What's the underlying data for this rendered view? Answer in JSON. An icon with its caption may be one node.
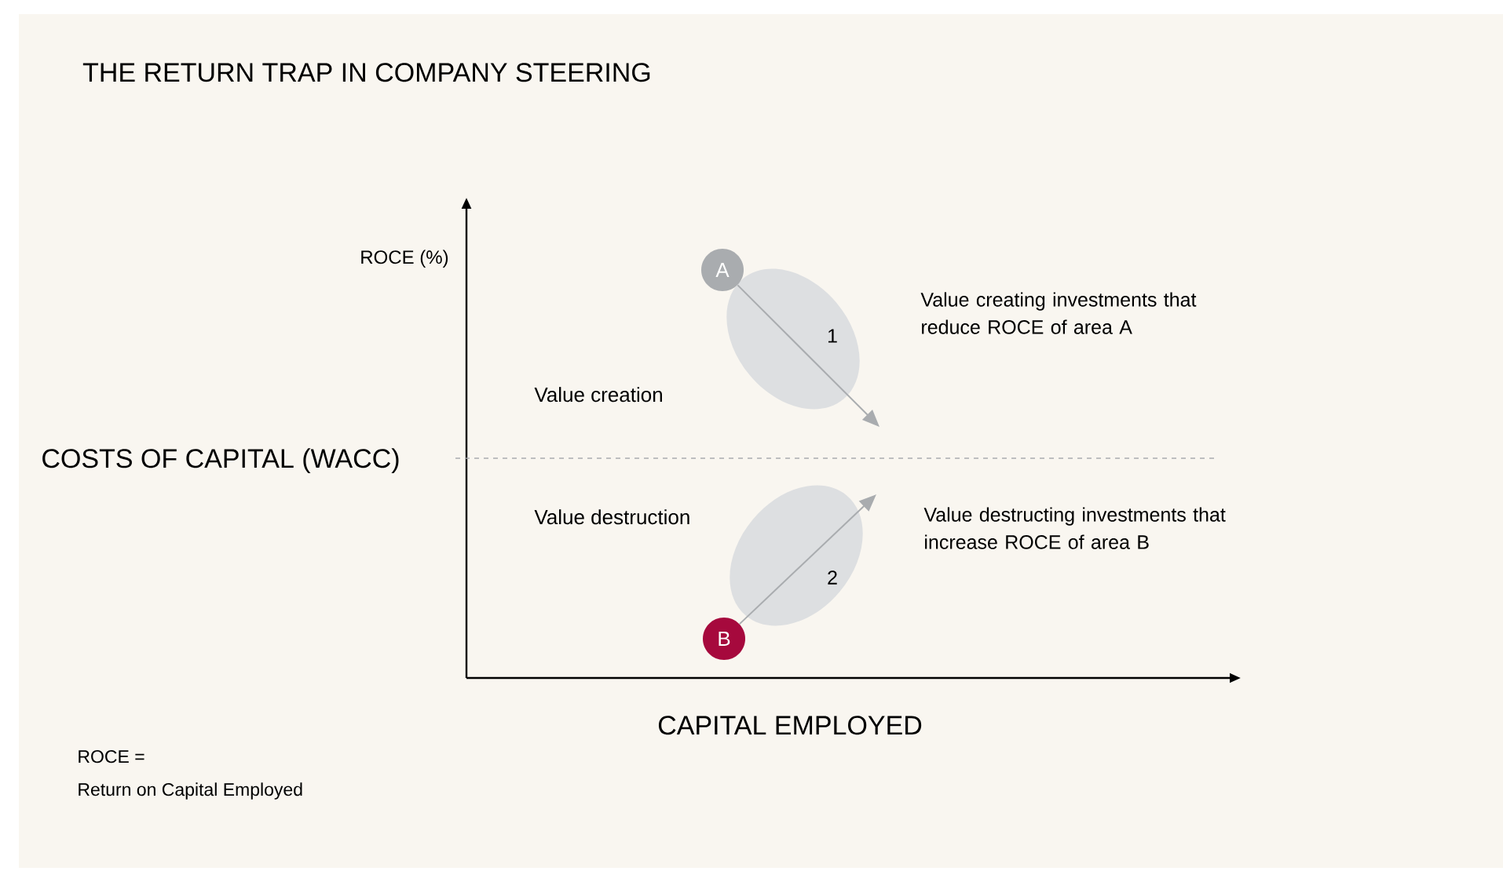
{
  "diagram": {
    "title": "THE RETURN TRAP IN COMPANY STEERING",
    "nodes": [
      {
        "text": [
          "A"
        ]
      },
      {
        "text": [
          "B"
        ]
      }
    ],
    "edges": [
      {
        "from": 0,
        "to": null,
        "arrow": "to",
        "label": "1"
      },
      {
        "from": 1,
        "to": null,
        "arrow": "to",
        "label": "2"
      }
    ],
    "labels": [
      "ROCE (%)",
      "Value creating investments that reduce ROCE of area A",
      "Value creation",
      "COSTS OF CAPITAL (WACC)",
      "Value destruction",
      "Value destructing investments that increase ROCE of area B",
      "CAPITAL EMPLOYED",
      "ROCE =",
      "Return on Capital Employed"
    ]
  }
}
